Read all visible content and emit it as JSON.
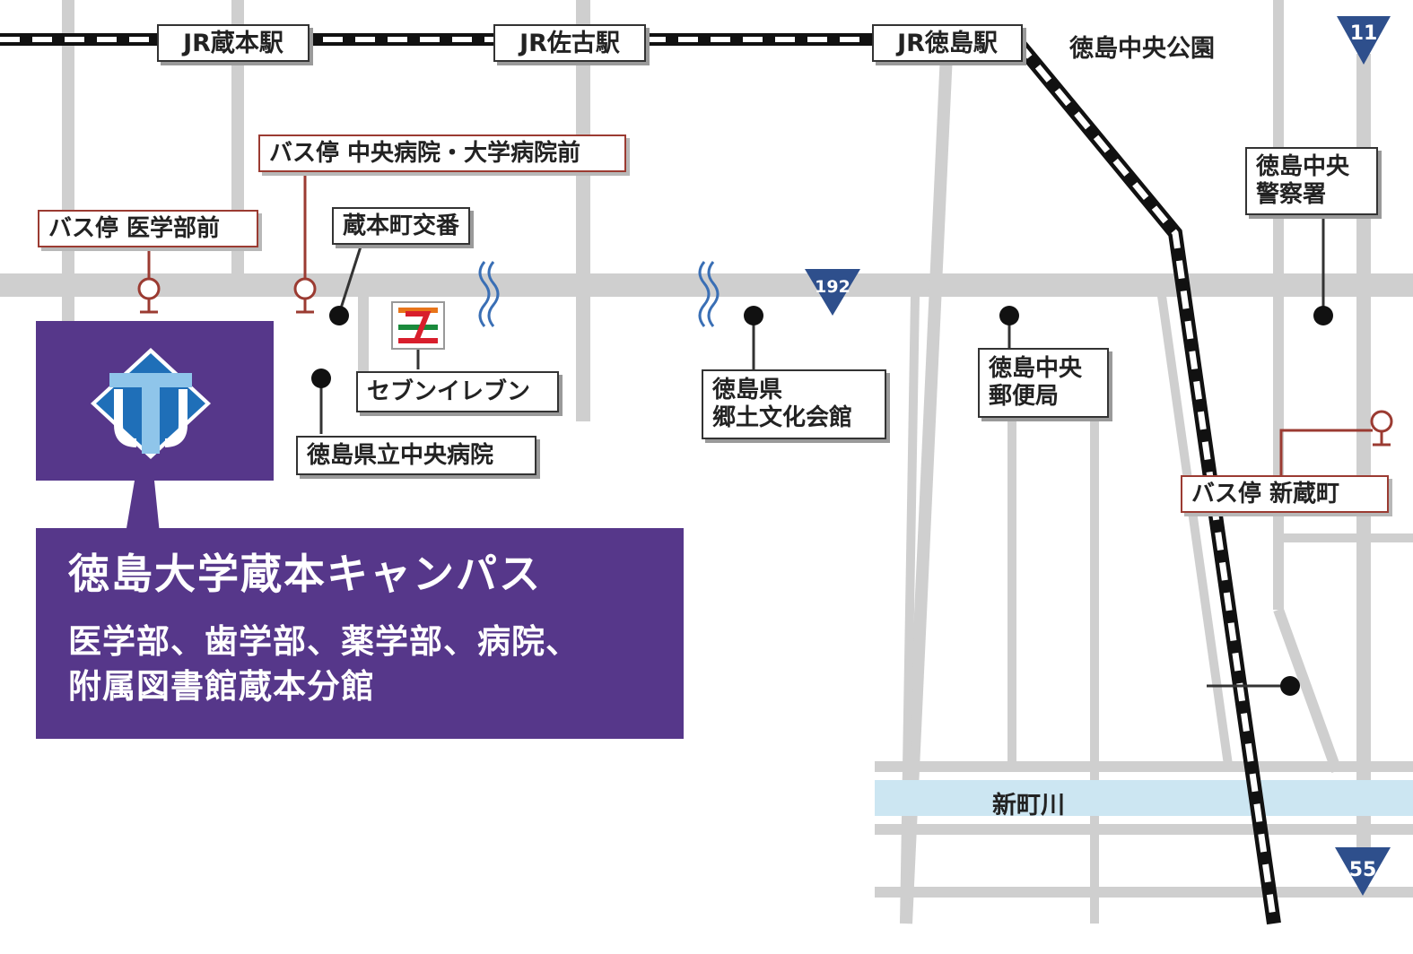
{
  "campus": {
    "name": "徳島大学蔵本キャンパス",
    "line1": "医学部、歯学部、薬学部、病院、",
    "line2": "附属図書館蔵本分館"
  },
  "stations": {
    "kuramoto": "JR蔵本駅",
    "sako": "JR佐古駅",
    "tokushima": "JR徳島駅"
  },
  "bus_stops": {
    "igakubu": "バス停 医学部前",
    "chuo_byoin": "バス停 中央病院・大学病院前",
    "shinkuramachi": "バス停 新蔵町"
  },
  "landmarks": {
    "koban": "蔵本町交番",
    "seven_eleven": "セブンイレブン",
    "hospital": "徳島県立中央病院",
    "bunka_line1": "徳島県",
    "bunka_line2": "郷土文化会館",
    "post_line1": "徳島中央",
    "post_line2": "郵便局",
    "police_line1": "徳島中央",
    "police_line2": "警察署"
  },
  "places": {
    "park": "徳島中央公園",
    "river": "新町川"
  },
  "routes": {
    "r11": "11",
    "r192": "192",
    "r55": "55"
  },
  "colors": {
    "campus_purple": "#56378a",
    "road_gray": "#cfcfcf",
    "river_blue": "#cce6f2",
    "route_sign_blue": "#2e4f8c",
    "bus_stop_red": "#9b3b32",
    "wave_blue": "#3a6fb5"
  }
}
